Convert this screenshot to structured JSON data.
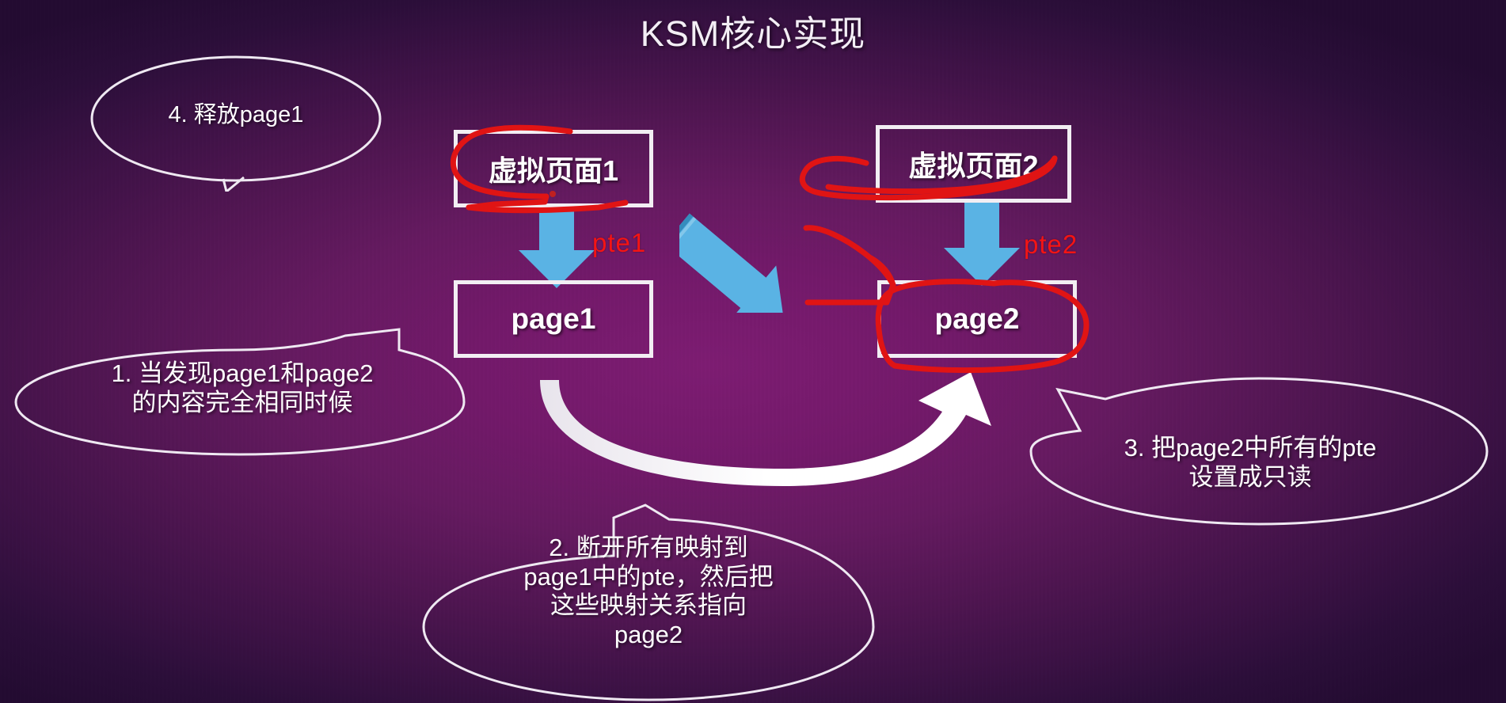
{
  "slide": {
    "title": "KSM核心实现",
    "background_center_color": "#7d1c72",
    "background_edge_color": "#230b31"
  },
  "boxes": [
    {
      "id": "virtual-page-1",
      "label": "虚拟页面1"
    },
    {
      "id": "virtual-page-2",
      "label": "虚拟页面2"
    },
    {
      "id": "page-1",
      "label": "page1"
    },
    {
      "id": "page-2",
      "label": "page2"
    }
  ],
  "labels": {
    "pte1": "pte1",
    "pte2": "pte2",
    "pte_color": "#f41414"
  },
  "callouts": [
    {
      "id": "callout-4",
      "number": "4",
      "text": "4. 释放page1"
    },
    {
      "id": "callout-1",
      "number": "1",
      "text": "1. 当发现page1和page2\n的内容完全相同时候"
    },
    {
      "id": "callout-2",
      "number": "2",
      "text": "2. 断开所有映射到\npage1中的pte，然后把\n这些映射关系指向\npage2"
    },
    {
      "id": "callout-3",
      "number": "3",
      "text": "3. 把page2中所有的pte\n设置成只读"
    }
  ],
  "arrows": {
    "vp1_to_page1": {
      "color": "#5ab3e4",
      "direction": "down"
    },
    "vp2_to_page2": {
      "color": "#5ab3e4",
      "direction": "down"
    },
    "vp2_to_page1_diagonal": {
      "color": "#5ab3e4",
      "direction": "down-right"
    },
    "page1_to_page2_curve": {
      "color": "#f2eef5",
      "direction": "curved-right"
    }
  },
  "annotations": {
    "ink_color": "#e01414",
    "marks": [
      "circle-around-虚拟页面1",
      "circle-around-虚拟页面2",
      "arrow-over-diagonal-blue-arrow",
      "circle-around-page2"
    ]
  }
}
